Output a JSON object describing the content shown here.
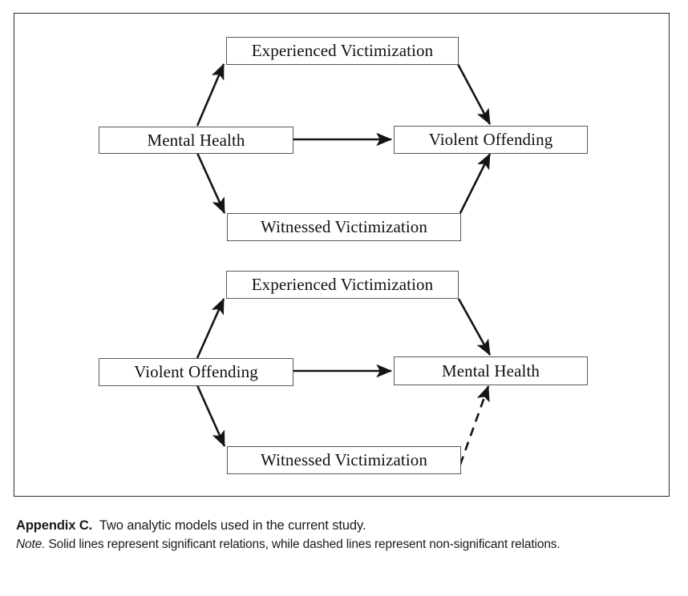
{
  "figure": {
    "frame_color": "#2b2b2e",
    "box_border_color": "#58585c",
    "line_color": "#141418",
    "models": [
      {
        "id": "model-1",
        "nodes": {
          "source": "Mental Health",
          "mediator_top": "Experienced Victimization",
          "mediator_bottom": "Witnessed Victimization",
          "outcome": "Violent Offending"
        },
        "edges": [
          {
            "from": "Mental Health",
            "to": "Experienced Victimization",
            "style": "solid"
          },
          {
            "from": "Mental Health",
            "to": "Violent Offending",
            "style": "solid"
          },
          {
            "from": "Mental Health",
            "to": "Witnessed Victimization",
            "style": "solid"
          },
          {
            "from": "Experienced Victimization",
            "to": "Violent Offending",
            "style": "solid"
          },
          {
            "from": "Witnessed Victimization",
            "to": "Violent Offending",
            "style": "solid"
          }
        ]
      },
      {
        "id": "model-2",
        "nodes": {
          "source": "Violent Offending",
          "mediator_top": "Experienced Victimization",
          "mediator_bottom": "Witnessed Victimization",
          "outcome": "Mental Health"
        },
        "edges": [
          {
            "from": "Violent Offending",
            "to": "Experienced Victimization",
            "style": "solid"
          },
          {
            "from": "Violent Offending",
            "to": "Mental Health",
            "style": "solid"
          },
          {
            "from": "Violent Offending",
            "to": "Witnessed Victimization",
            "style": "solid"
          },
          {
            "from": "Experienced Victimization",
            "to": "Mental Health",
            "style": "solid"
          },
          {
            "from": "Witnessed Victimization",
            "to": "Mental Health",
            "style": "dashed"
          }
        ]
      }
    ]
  },
  "caption": {
    "label": "Appendix C.",
    "title": "Two analytic models used in the current study.",
    "note_label": "Note.",
    "note_text": " Solid lines represent significant relations, while dashed lines represent non-significant relations."
  }
}
